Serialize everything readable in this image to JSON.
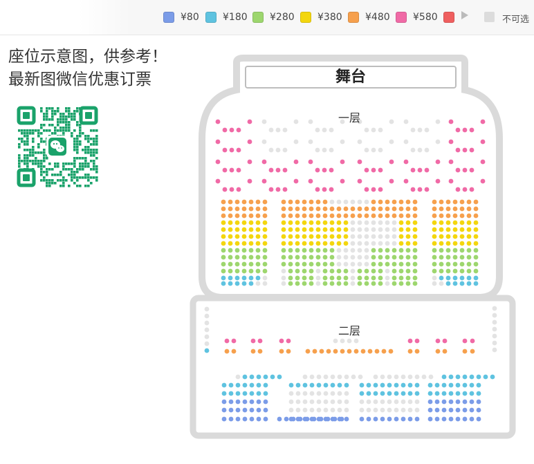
{
  "legend": {
    "items": [
      {
        "label": "¥80",
        "color": "#7b9ce8"
      },
      {
        "label": "¥180",
        "color": "#5fc3e0"
      },
      {
        "label": "¥280",
        "color": "#9dd66e"
      },
      {
        "label": "¥380",
        "color": "#f3d60e"
      },
      {
        "label": "¥480",
        "color": "#f6a04d"
      },
      {
        "label": "¥580",
        "color": "#f06aa6"
      },
      {
        "label": "",
        "color": "#ef5f5f"
      }
    ],
    "more_icon": "play-arrow-icon",
    "unavailable_label": "不可选",
    "unavailable_color": "#e3e3e3"
  },
  "promo": {
    "line1": "座位示意图，供参考！",
    "line2": "最新图微信优惠订票",
    "qr_icon": "wechat-icon"
  },
  "stage": {
    "label": "舞台"
  },
  "floors": {
    "first": "一层",
    "second": "二层"
  }
}
